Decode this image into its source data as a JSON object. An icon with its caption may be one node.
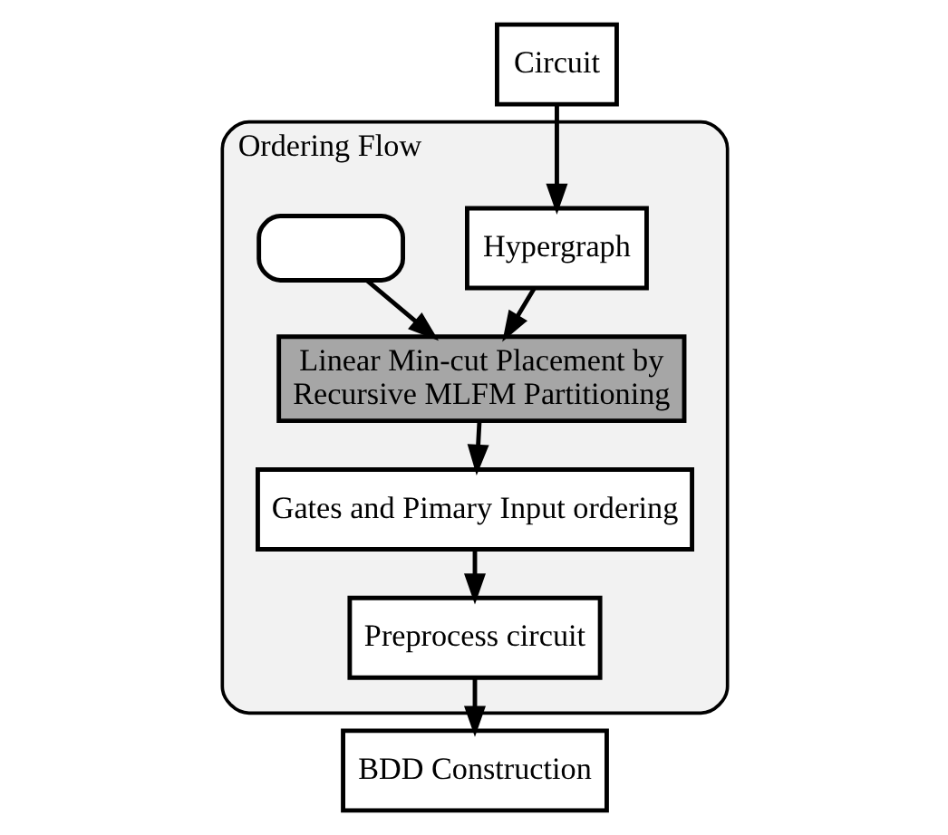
{
  "diagram": {
    "nodes": [
      {
        "text": [
          "Circuit"
        ]
      },
      {
        "text": [
          "Ordering Flow"
        ]
      },
      {
        "text": [
          "Hypergraph"
        ],
        "in": 1
      },
      {
        "text": [
          "Linear Min-cut Placement by Recursive MLFM Partitioning"
        ],
        "in": 1
      },
      {
        "text": [],
        "shape": "box",
        "in": 1
      },
      {
        "text": [
          "Gates and Pimary Input ordering"
        ],
        "in": 1
      },
      {
        "text": [
          "Preprocess circuit"
        ],
        "in": 1
      },
      {
        "text": [
          "BDD Construction"
        ]
      }
    ],
    "edges": [
      {
        "from": 0,
        "to": 2,
        "arrow": "to"
      },
      {
        "from": 2,
        "to": 3,
        "arrow": "to"
      },
      {
        "from": 4,
        "to": 3,
        "arrow": "to"
      },
      {
        "from": 3,
        "to": 5,
        "arrow": "to"
      },
      {
        "from": 5,
        "to": 6,
        "arrow": "to"
      },
      {
        "from": 6,
        "to": 7,
        "arrow": "to"
      }
    ]
  }
}
